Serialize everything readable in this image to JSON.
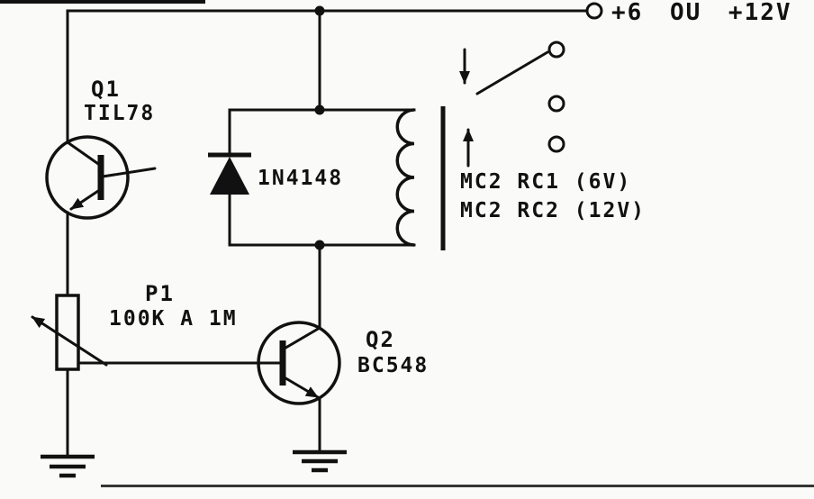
{
  "diagram": {
    "type": "schematic",
    "description": "Light-activated relay driver circuit",
    "power_rail": {
      "label": "+6 OU +12V"
    },
    "components": {
      "q1": {
        "ref": "Q1",
        "part": "TIL78"
      },
      "d1": {
        "part": "1N4148"
      },
      "p1": {
        "ref": "P1",
        "value": "100K A 1M"
      },
      "q2": {
        "ref": "Q2",
        "part": "BC548"
      },
      "relay": {
        "option_6v": "MC2 RC1 (6V)",
        "option_12v": "MC2 RC2 (12V)"
      }
    },
    "colors": {
      "ink": "#111111",
      "paper": "#fafaf8"
    }
  }
}
